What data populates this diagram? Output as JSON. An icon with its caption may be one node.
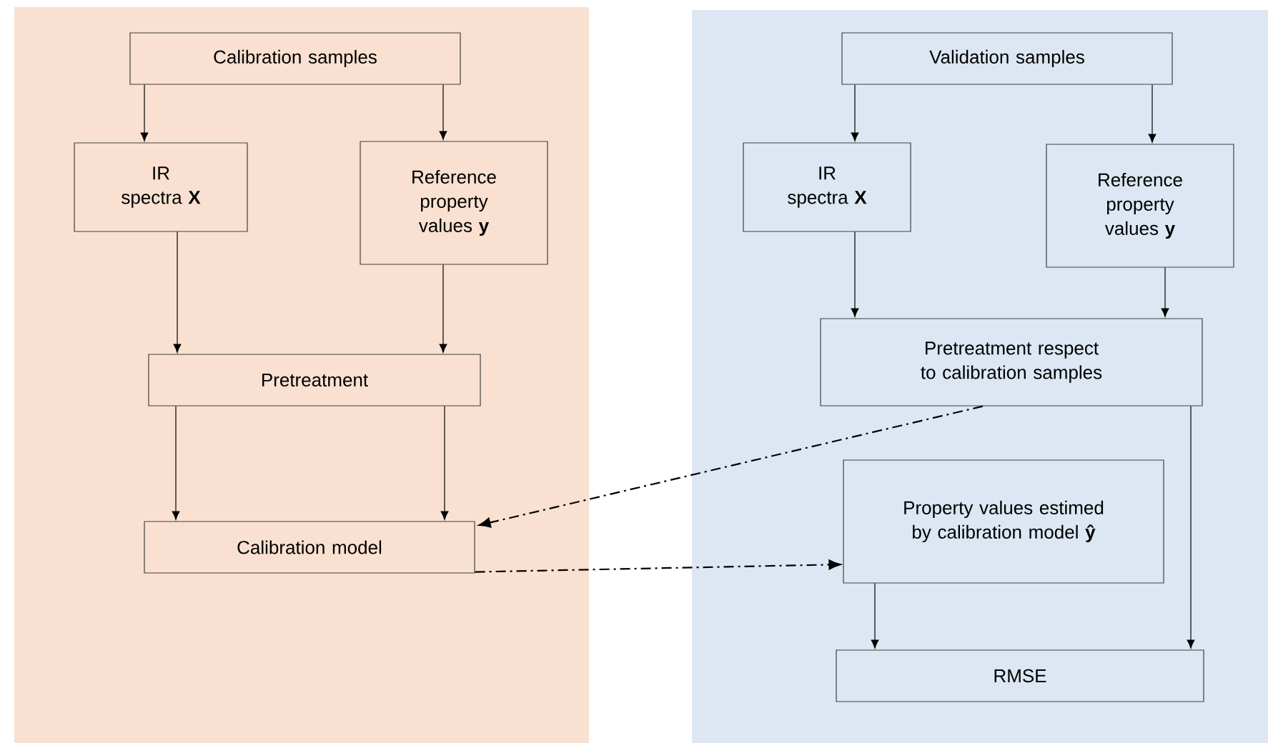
{
  "diagram": {
    "nodes": [
      {
        "text": [],
        "shape": "box"
      },
      {
        "text": [
          "Calibration samples"
        ],
        "in": 0
      },
      {
        "text": [
          "IR spectra **X**"
        ],
        "in": 0
      },
      {
        "text": [
          "Reference property values **y**"
        ],
        "in": 0
      },
      {
        "text": [
          "Pretreatment"
        ],
        "in": 0
      },
      {
        "text": [
          "Calibration model"
        ],
        "in": 0
      },
      {
        "text": [],
        "shape": "box"
      },
      {
        "text": [
          "Validation samples"
        ],
        "in": 6
      },
      {
        "text": [
          "IR spectra **X**"
        ],
        "in": 6
      },
      {
        "text": [
          "Reference property values **y**"
        ],
        "in": 6
      },
      {
        "text": [
          "Pretreatment respect to calibration samples"
        ],
        "in": 6
      },
      {
        "text": [
          "Property values estimed by calibration model **ŷ**"
        ],
        "in": 6
      },
      {
        "text": [
          "RMSE"
        ],
        "in": 6
      }
    ],
    "edges": [
      {
        "from": 1,
        "to": 2,
        "arrow": "to"
      },
      {
        "from": 1,
        "to": 3,
        "arrow": "to"
      },
      {
        "from": 2,
        "to": 4,
        "arrow": "to"
      },
      {
        "from": 3,
        "to": 4,
        "arrow": "to"
      },
      {
        "from": 4,
        "to": 5,
        "arrow": "to"
      },
      {
        "from": 4,
        "to": 5,
        "arrow": "to"
      },
      {
        "from": 7,
        "to": 8,
        "arrow": "to"
      },
      {
        "from": 7,
        "to": 9,
        "arrow": "to"
      },
      {
        "from": 8,
        "to": 10,
        "arrow": "to"
      },
      {
        "from": 9,
        "to": 10,
        "arrow": "to"
      },
      {
        "from": 10,
        "to": 5,
        "arrow": "to",
        "style": "dashed"
      },
      {
        "from": 5,
        "to": 11,
        "arrow": "to",
        "style": "dashed"
      },
      {
        "from": 11,
        "to": 12,
        "arrow": "to"
      },
      {
        "from": 10,
        "to": 12,
        "arrow": "to"
      }
    ]
  }
}
